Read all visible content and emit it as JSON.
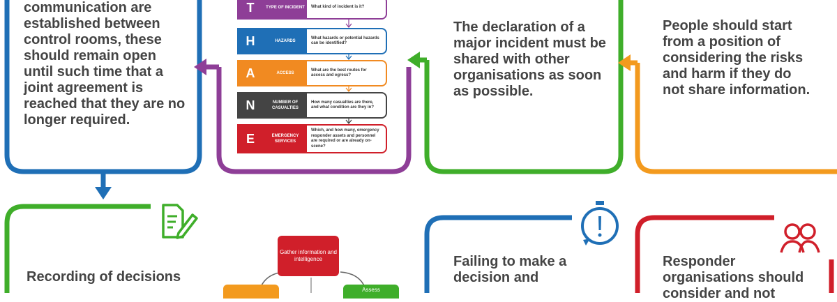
{
  "panels": {
    "control_rooms": {
      "text": "communication are established between control rooms, these should remain open until such time that a joint agreement is reached that they are no longer required."
    },
    "declaration": {
      "text": "The declaration of a major incident must be shared with other organisations as soon as possible."
    },
    "share_info": {
      "text": "People should start from a position of considering the risks and harm if they do not share information."
    },
    "recording": {
      "text": "Recording of decisions"
    },
    "failing": {
      "text": "Failing to make a decision and"
    },
    "responder": {
      "text": "Responder organisations should consider and not"
    }
  },
  "methane_rows": [
    {
      "letter": "T",
      "category": "TYPE OF INCIDENT",
      "question": "What kind of incident is it?",
      "color": "#8e3e97"
    },
    {
      "letter": "H",
      "category": "HAZARDS",
      "question": "What hazards or potential hazards can be identified?",
      "color": "#1f6fb6"
    },
    {
      "letter": "A",
      "category": "ACCESS",
      "question": "What are the best routes for access and egress?",
      "color": "#f18a21"
    },
    {
      "letter": "N",
      "category": "NUMBER OF CASUALTIES",
      "question": "How many casualties are there, and what condition are they in?",
      "color": "#444444"
    },
    {
      "letter": "E",
      "category": "EMERGENCY SERVICES",
      "question": "Which, and how many, emergency responder assets and personnel are required or are already on-scene?",
      "color": "#d01f2a"
    }
  ],
  "cycle": {
    "gather": "Gather information and intelligence",
    "assess": "Assess"
  },
  "colors": {
    "blue": "#1f6fb6",
    "purple": "#8e3e97",
    "green": "#3fae2a",
    "orange": "#f39a1e",
    "red": "#d01f2a",
    "text": "#444444"
  },
  "icons": [
    "document-pen-icon",
    "stopwatch-alert-icon",
    "people-icon"
  ]
}
